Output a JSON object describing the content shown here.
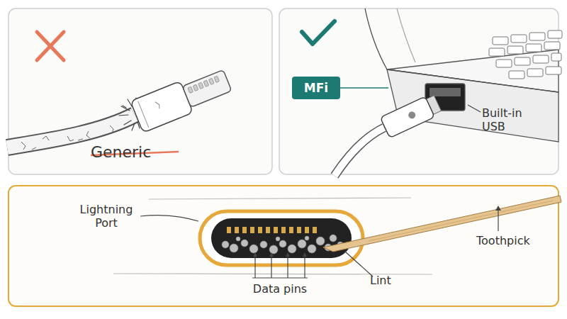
{
  "diagram": {
    "nodes": [
      {
        "text": [
          "MFi"
        ]
      }
    ],
    "labels": [
      "Generic",
      "Built-in USB",
      "Lightning Port",
      "Data pins",
      "Lint",
      "Toothpick"
    ]
  }
}
